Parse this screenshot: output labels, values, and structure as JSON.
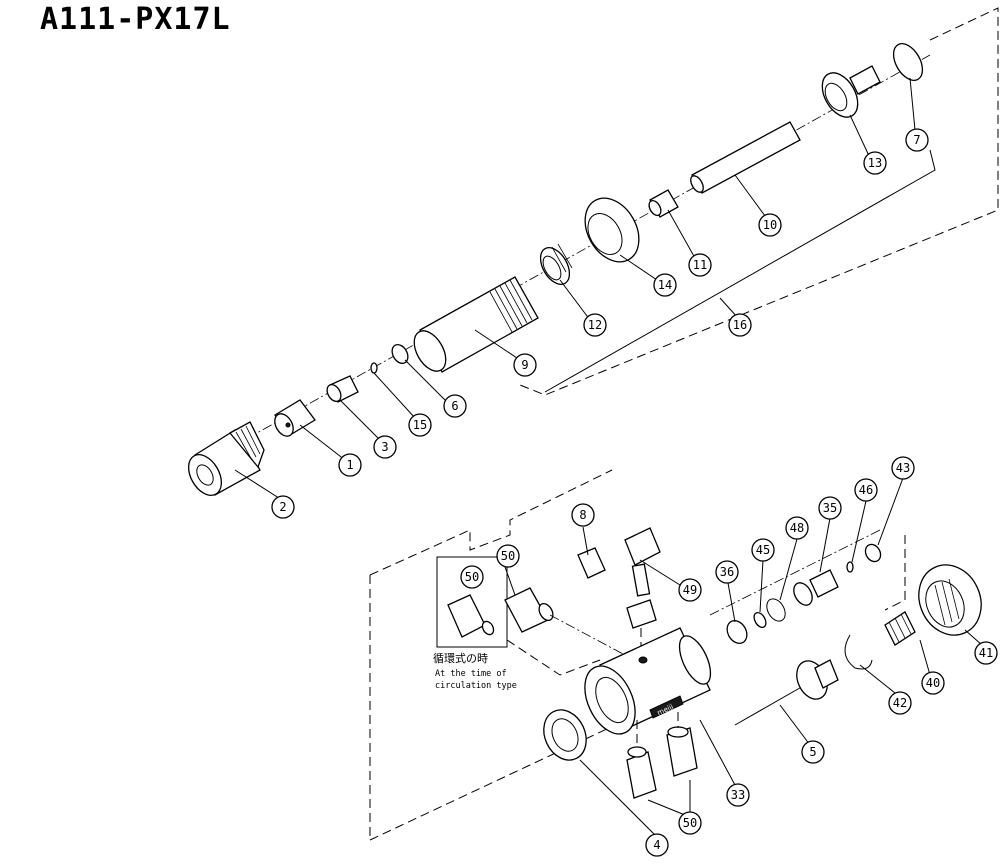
{
  "title": "A111-PX17L",
  "note": {
    "jp": "循環式の時",
    "en_line1": "At the time of",
    "en_line2": "circulation type"
  },
  "callouts": {
    "c1": "1",
    "c2": "2",
    "c3": "3",
    "c4": "4",
    "c5": "5",
    "c6": "6",
    "c7": "7",
    "c8": "8",
    "c9": "9",
    "c10": "10",
    "c11": "11",
    "c12": "12",
    "c13": "13",
    "c14": "14",
    "c15": "15",
    "c16": "16",
    "c33": "33",
    "c35": "35",
    "c36": "36",
    "c40": "40",
    "c41": "41",
    "c42": "42",
    "c43": "43",
    "c45": "45",
    "c46": "46",
    "c48": "48",
    "c49": "49",
    "c50_box": "50",
    "c50_side": "50",
    "c50_bottom": "50"
  },
  "brand_mark": "meiji"
}
